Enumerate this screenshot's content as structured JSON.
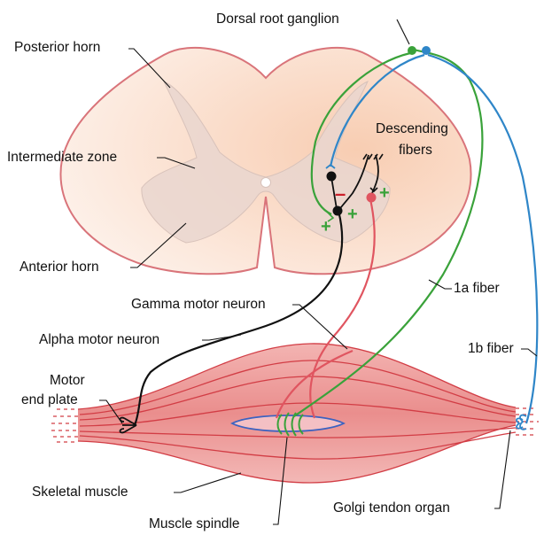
{
  "labels": {
    "dorsal_root_ganglion": "Dorsal root ganglion",
    "posterior_horn": "Posterior horn",
    "intermediate_zone": "Intermediate zone",
    "anterior_horn": "Anterior horn",
    "descending_fibers_1": "Descending",
    "descending_fibers_2": "fibers",
    "gamma_motor_neuron": "Gamma motor neuron",
    "alpha_motor_neuron": "Alpha motor neuron",
    "fiber_1a": "1a fiber",
    "fiber_1b": "1b fiber",
    "motor_end_plate_1": "Motor",
    "motor_end_plate_2": "end plate",
    "skeletal_muscle": "Skeletal muscle",
    "muscle_spindle": "Muscle spindle",
    "golgi_tendon_organ": "Golgi tendon organ"
  },
  "synapse_signs": {
    "inhibitory": "–",
    "excitatory_1": "+",
    "excitatory_2": "+",
    "excitatory_3": "+"
  },
  "colors": {
    "fiber_1a": "#3aa23a",
    "fiber_1b": "#2f86c8",
    "gamma_motor_neuron": "#e05560",
    "alpha_motor_neuron": "#111111",
    "inhibitory_sign": "#cc1f2a",
    "excitatory_sign": "#3aa23a",
    "spinal_cord_fill": "#fbe4d8",
    "spinal_cord_outline": "#d9747a",
    "gray_matter": "#e9d6cf",
    "muscle_fill": "#f0a3a3",
    "muscle_fibers": "#d23d45"
  }
}
